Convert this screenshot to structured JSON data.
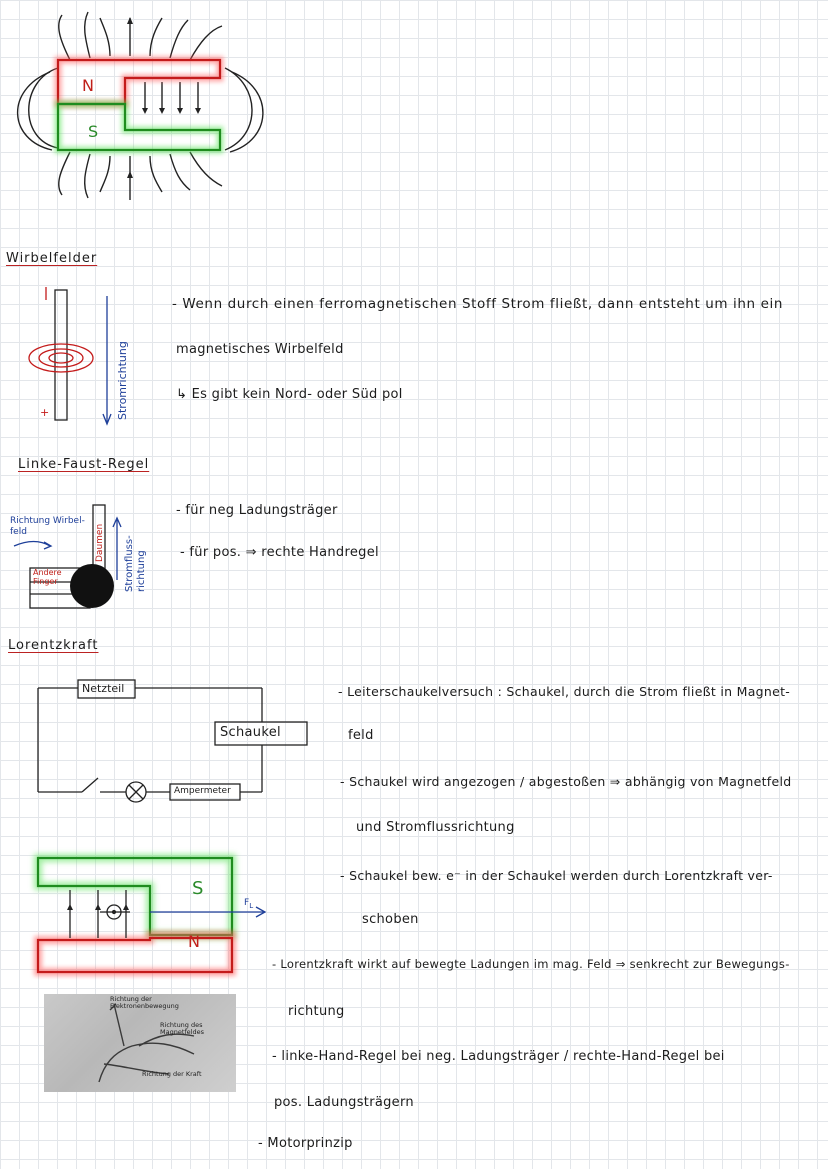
{
  "magnet_labels": {
    "north": "N",
    "south": "S"
  },
  "sections": {
    "wirbelfelder": {
      "title": "Wirbelfelder",
      "stromrichtung": "Stromrichtung",
      "line1": "- Wenn durch einen ferromagnetischen Stoff Strom fließt, dann entsteht um ihn ein",
      "line2": "magnetisches Wirbelfeld",
      "line3": "↳ Es gibt kein Nord- oder Süd pol"
    },
    "linke_faust": {
      "title": "Linke-Faust-Regel",
      "richtung_wirbelfeld": "Richtung Wirbel-\nfeld",
      "daumen": "Daumen",
      "andere_finger": "Andere\nFinger",
      "stromfluss": "Stromfluss-\nrichtung",
      "line1": "- für neg Ladungsträger",
      "line2": "- für pos. ⇒ rechte Handregel"
    },
    "lorentzkraft": {
      "title": "Lorentzkraft",
      "netzteil": "Netzteil",
      "schaukel": "Schaukel",
      "amperemeter": "Ampermeter",
      "force_label": "F",
      "force_sub": "L",
      "photo_labels": {
        "elektronen": "Richtung der\nElektronenbewegung",
        "magnetfeld": "Richtung des\nMagnetfeldes",
        "kraft": "Richtung der Kraft"
      },
      "notes": [
        "- Leiterschaukelversuch : Schaukel, durch die Strom fließt in Magnet-",
        "feld",
        "- Schaukel wird angezogen / abgestoßen ⇒ abhängig von Magnetfeld",
        "und Stromflussrichtung",
        "- Schaukel bew. e⁻ in der Schaukel werden durch Lorentzkraft ver-",
        "schoben",
        "- Lorentzkraft wirkt auf bewegte Ladungen im mag. Feld ⇒ senkrecht zur Bewegungs-",
        "richtung",
        "- linke-Hand-Regel bei neg. Ladungsträger / rechte-Hand-Regel bei",
        "pos. Ladungsträgern",
        "- Motorprinzip"
      ]
    }
  }
}
